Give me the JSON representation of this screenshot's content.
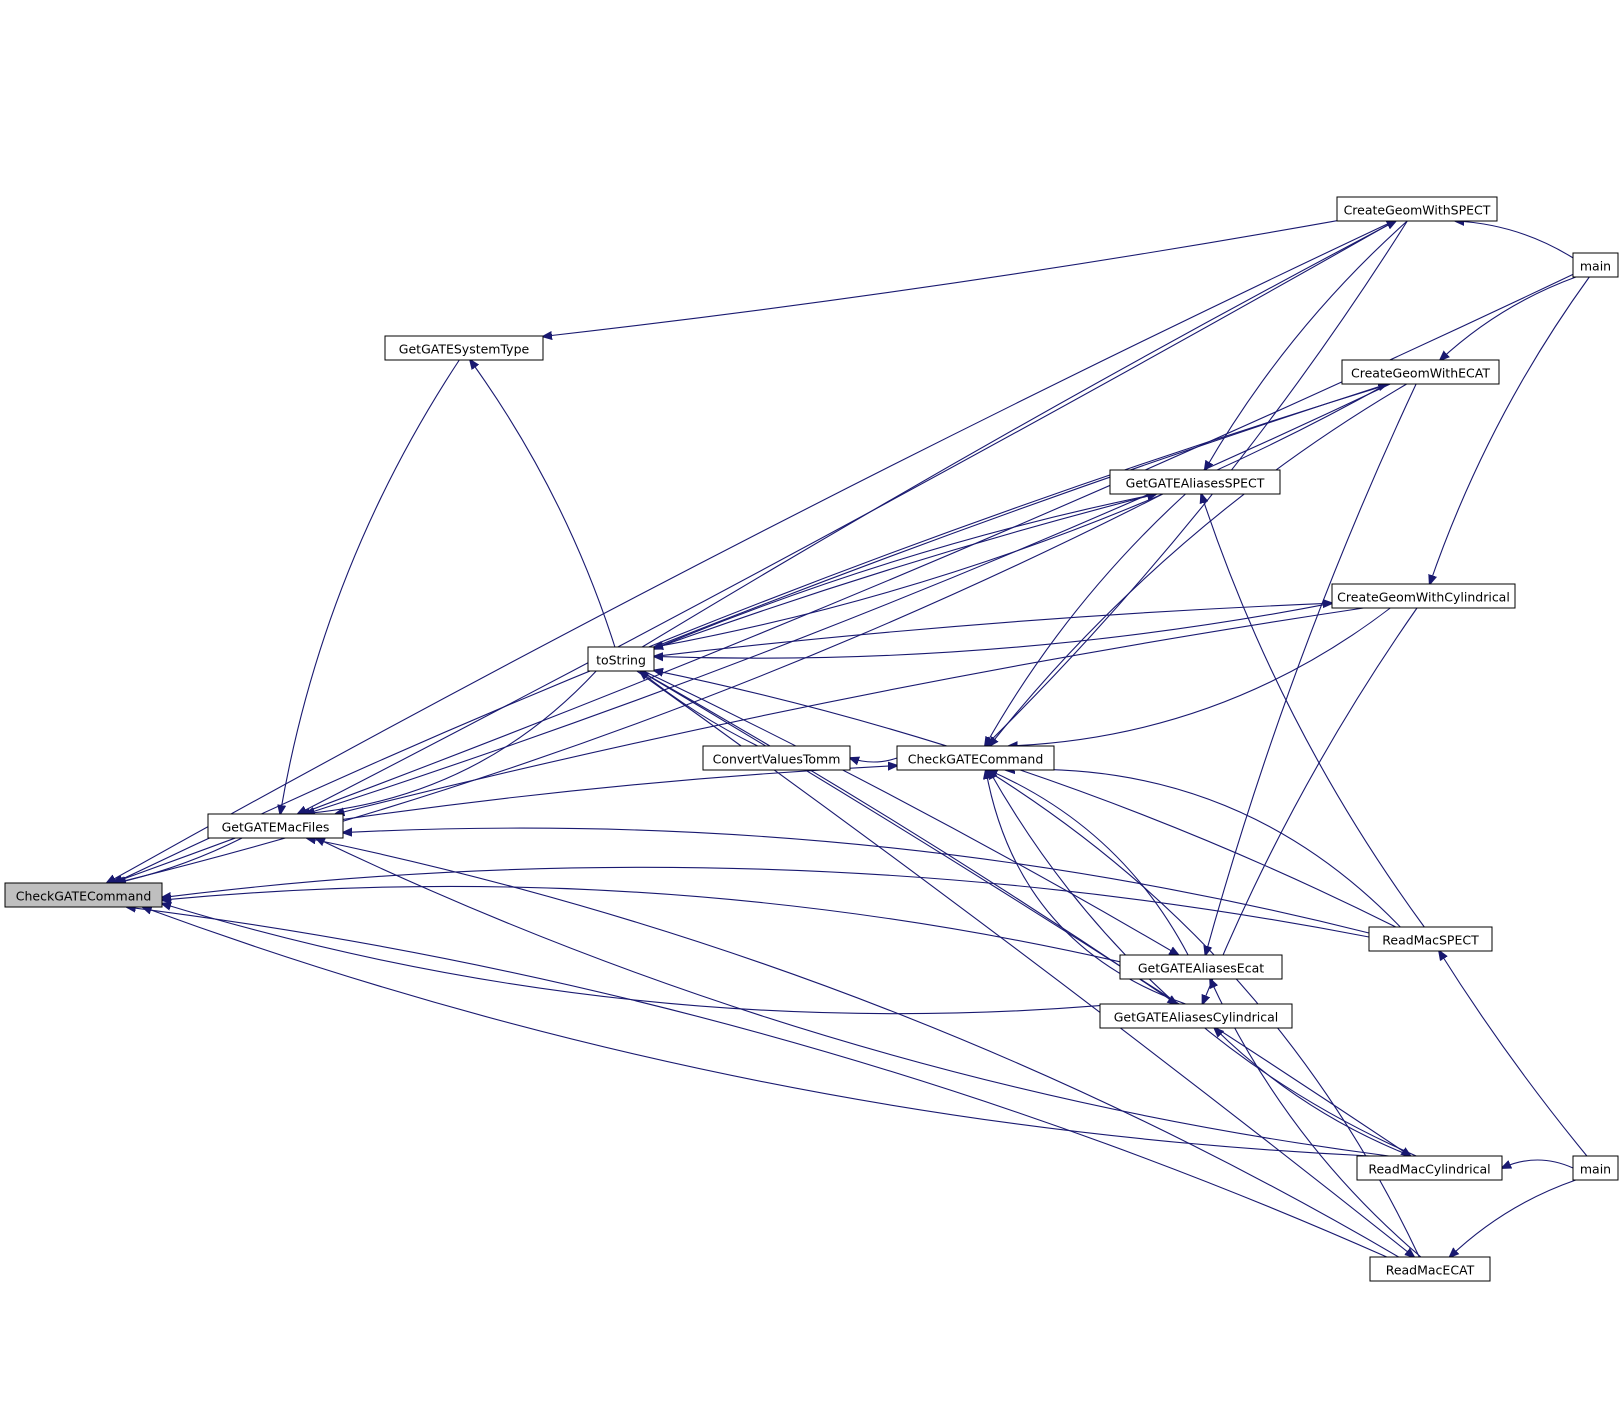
{
  "colors": {
    "edge": "#191970",
    "root_fill": "#bfbfbf",
    "node_fill": "#ffffff",
    "node_border": "#000000"
  },
  "nodes": [
    {
      "id": "n_root",
      "label": "CheckGATECommand",
      "root": true
    },
    {
      "id": "n_macfiles",
      "label": "GetGATEMacFiles"
    },
    {
      "id": "n_systype",
      "label": "GetGATESystemType"
    },
    {
      "id": "n_tostring",
      "label": "toString"
    },
    {
      "id": "n_convert",
      "label": "ConvertValuesTomm"
    },
    {
      "id": "n_check2",
      "label": "CheckGATECommand"
    },
    {
      "id": "n_alspect",
      "label": "GetGATEAliasesSPECT"
    },
    {
      "id": "n_alecat",
      "label": "GetGATEAliasesEcat"
    },
    {
      "id": "n_alcyl",
      "label": "GetGATEAliasesCylindrical"
    },
    {
      "id": "n_cgspect",
      "label": "CreateGeomWithSPECT"
    },
    {
      "id": "n_cgecat",
      "label": "CreateGeomWithECAT"
    },
    {
      "id": "n_cgcyl",
      "label": "CreateGeomWithCylindrical"
    },
    {
      "id": "n_rmspect",
      "label": "ReadMacSPECT"
    },
    {
      "id": "n_rmcyl",
      "label": "ReadMacCylindrical"
    },
    {
      "id": "n_rmecat",
      "label": "ReadMacECAT"
    },
    {
      "id": "n_main1",
      "label": "main"
    },
    {
      "id": "n_main2",
      "label": "main"
    }
  ],
  "edges": [
    {
      "from": "n_macfiles",
      "to": "n_root"
    },
    {
      "from": "n_cgspect",
      "to": "n_root"
    },
    {
      "from": "n_main1",
      "to": "n_root"
    },
    {
      "from": "n_cgecat",
      "to": "n_root"
    },
    {
      "from": "n_alspect",
      "to": "n_root"
    },
    {
      "from": "n_alecat",
      "to": "n_root"
    },
    {
      "from": "n_alcyl",
      "to": "n_root"
    },
    {
      "from": "n_rmspect",
      "to": "n_root"
    },
    {
      "from": "n_rmcyl",
      "to": "n_root"
    },
    {
      "from": "n_rmecat",
      "to": "n_root"
    },
    {
      "from": "n_cgspect",
      "to": "n_macfiles"
    },
    {
      "from": "n_cgcyl",
      "to": "n_macfiles"
    },
    {
      "from": "n_cgecat",
      "to": "n_macfiles"
    },
    {
      "from": "n_systype",
      "to": "n_macfiles"
    },
    {
      "from": "n_tostring",
      "to": "n_macfiles"
    },
    {
      "from": "n_rmspect",
      "to": "n_macfiles"
    },
    {
      "from": "n_rmcyl",
      "to": "n_macfiles"
    },
    {
      "from": "n_rmecat",
      "to": "n_macfiles"
    },
    {
      "from": "n_cgspect",
      "to": "n_systype"
    },
    {
      "from": "n_tostring",
      "to": "n_systype"
    },
    {
      "from": "n_convert",
      "to": "n_tostring"
    },
    {
      "from": "n_alspect",
      "to": "n_tostring"
    },
    {
      "from": "n_cgcyl",
      "to": "n_tostring"
    },
    {
      "from": "n_rmspect",
      "to": "n_tostring"
    },
    {
      "from": "n_cgecat",
      "to": "n_tostring"
    },
    {
      "from": "n_tostring",
      "to": "n_cgspect"
    },
    {
      "from": "n_tostring",
      "to": "n_cgecat"
    },
    {
      "from": "n_tostring",
      "to": "n_alspect"
    },
    {
      "from": "n_tostring",
      "to": "n_cgcyl"
    },
    {
      "from": "n_tostring",
      "to": "n_alecat"
    },
    {
      "from": "n_tostring",
      "to": "n_alcyl"
    },
    {
      "from": "n_tostring",
      "to": "n_rmcyl"
    },
    {
      "from": "n_tostring",
      "to": "n_rmecat"
    },
    {
      "from": "n_check2",
      "to": "n_convert"
    },
    {
      "from": "n_macfiles",
      "to": "n_check2"
    },
    {
      "from": "n_alspect",
      "to": "n_check2"
    },
    {
      "from": "n_cgspect",
      "to": "n_check2"
    },
    {
      "from": "n_cgecat",
      "to": "n_check2"
    },
    {
      "from": "n_cgcyl",
      "to": "n_check2"
    },
    {
      "from": "n_alecat",
      "to": "n_check2"
    },
    {
      "from": "n_alcyl",
      "to": "n_check2"
    },
    {
      "from": "n_rmspect",
      "to": "n_check2"
    },
    {
      "from": "n_rmcyl",
      "to": "n_check2"
    },
    {
      "from": "n_rmecat",
      "to": "n_check2"
    },
    {
      "from": "n_cgspect",
      "to": "n_alspect"
    },
    {
      "from": "n_rmspect",
      "to": "n_alspect"
    },
    {
      "from": "n_cgecat",
      "to": "n_alecat"
    },
    {
      "from": "n_rmecat",
      "to": "n_alecat"
    },
    {
      "from": "n_cgcyl",
      "to": "n_alcyl"
    },
    {
      "from": "n_rmcyl",
      "to": "n_alcyl"
    },
    {
      "from": "n_main1",
      "to": "n_cgspect"
    },
    {
      "from": "n_main1",
      "to": "n_cgecat"
    },
    {
      "from": "n_main1",
      "to": "n_cgcyl"
    },
    {
      "from": "n_main2",
      "to": "n_rmspect"
    },
    {
      "from": "n_main2",
      "to": "n_rmcyl"
    },
    {
      "from": "n_main2",
      "to": "n_rmecat"
    }
  ]
}
